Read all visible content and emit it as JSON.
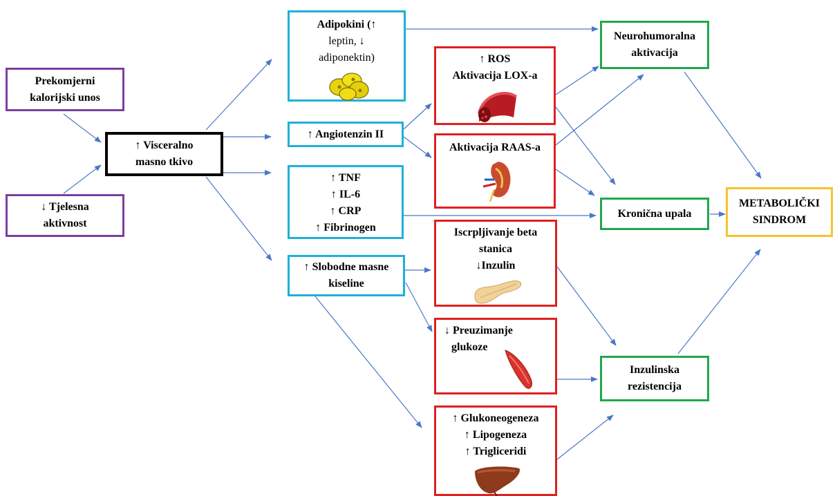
{
  "nodes": {
    "prekomjerni": "Prekomjerni kalorijski unos",
    "tjelesna": "↓ Tjelesna aktivnost",
    "visceralno": "↑ Visceralno masno tkivo",
    "adipokini": [
      "Adipokini (↑",
      "leptin, ↓",
      "adiponektin)"
    ],
    "angiotenzin": "↑ Angiotenzin II",
    "citokini": [
      "↑ TNF",
      "↑ IL-6",
      "↑ CRP",
      "↑ Fibrinogen"
    ],
    "slobodne": [
      "↑ Slobodne masne",
      "kiseline"
    ],
    "ros": [
      "↑ ROS",
      "Aktivacija LOX-a"
    ],
    "raas": "Aktivacija RAAS-a",
    "iscrpljivanje": [
      "Iscrpljivanje beta",
      "stanica",
      "↓Inzulin"
    ],
    "preuzimanje": [
      "↓ Preuzimanje",
      "glukoze"
    ],
    "gluko": [
      "↑ Glukoneogeneza",
      "↑ Lipogeneza",
      "↑ Trigliceridi"
    ],
    "neurohumoralna": [
      "Neurohumoralna",
      "aktivacija"
    ],
    "kronicna": "Kronična upala",
    "inzulinska": [
      "Inzulinska",
      "rezistencija"
    ],
    "metabolicki": [
      "METABOLIČKI",
      "SINDROM"
    ]
  },
  "icons": {
    "adipocytes": "fat-cells-icon",
    "vessel": "blood-vessel-icon",
    "kidney": "kidney-icon",
    "pancreas": "pancreas-icon",
    "muscle": "muscle-icon",
    "liver": "liver-icon"
  },
  "colors": {
    "purple": "#7b3fa0",
    "blue": "#1fb0d8",
    "red": "#e01f1f",
    "green": "#1fa84a",
    "yellow": "#f6c32b",
    "arrow": "#4a78c8"
  }
}
